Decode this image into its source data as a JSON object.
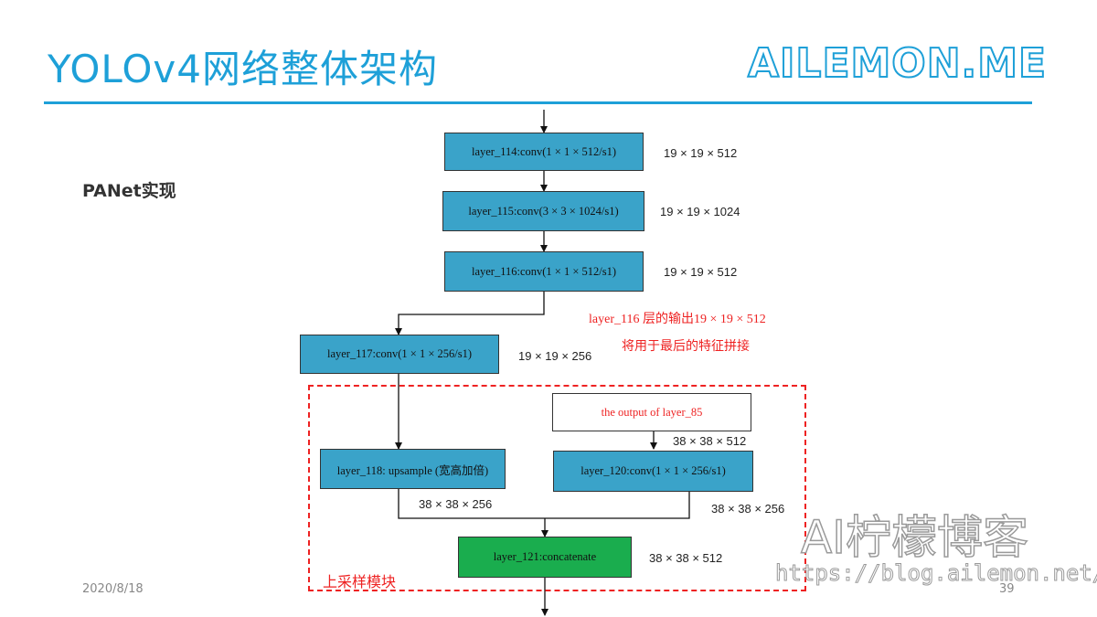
{
  "header": {
    "title": "YOLOv4网络整体架构",
    "brand": "AILEMON.ME"
  },
  "subtitle": "PANet实现",
  "diagram": {
    "layer114": {
      "label": "layer_114:conv(1 × 1 × 512/s1)",
      "dim": "19 × 19 × 512"
    },
    "layer115": {
      "label": "layer_115:conv(3 × 3 × 1024/s1)",
      "dim": "19 × 19 × 1024"
    },
    "layer116": {
      "label": "layer_116:conv(1 × 1 × 512/s1)",
      "dim": "19 × 19 × 512"
    },
    "note_line1": "layer_116 层的输出19 × 19 × 512",
    "note_line2": "将用于最后的特征拼接",
    "layer117": {
      "label": "layer_117:conv(1 × 1 × 256/s1)",
      "dim": "19 × 19 × 256"
    },
    "output85": {
      "label": "the output of layer_85",
      "dim": "38 × 38 × 512"
    },
    "layer118": {
      "label": "layer_118: upsample (宽高加倍)",
      "dim": "38 × 38 × 256"
    },
    "layer120": {
      "label": "layer_120:conv(1 × 1 × 256/s1)",
      "dim": "38 × 38 × 256"
    },
    "layer121": {
      "label": "layer_121:concatenate",
      "dim": "38 × 38 × 512"
    },
    "module_label": "上采样模块"
  },
  "footer": {
    "date": "2020/8/18",
    "page": "39"
  },
  "watermark": {
    "text": "AI柠檬博客",
    "url": "https://blog.ailemon.net/"
  },
  "colors": {
    "accent": "#1ea0d8",
    "conv_box": "#3aa3c9",
    "concat_box": "#1aad4e",
    "highlight": "#e22222"
  }
}
